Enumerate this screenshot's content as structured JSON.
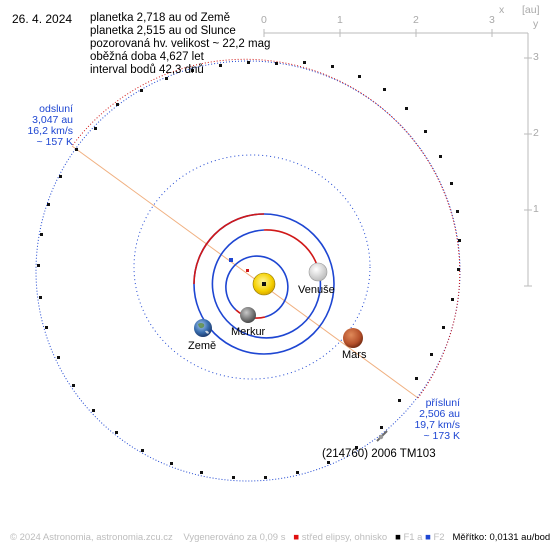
{
  "header": {
    "date": "26. 4. 2024",
    "info_lines": [
      "planetka 2,718 au od Země",
      "planetka 2,515 au od Slunce",
      "pozorovaná hv. velikost ~ 22,2 mag",
      "oběžná doba 4,627 let",
      "interval bodů 42,3 dnů"
    ]
  },
  "aphelion": [
    "odsluní",
    "3,047 au",
    "16,2 km/s",
    "~ 157 K"
  ],
  "perihelion": [
    "přísluní",
    "2,506 au",
    "19,7 km/s",
    "~ 173 K"
  ],
  "asteroid": {
    "name": "(214760) 2006 TM103"
  },
  "planets": {
    "venus": "Venuše",
    "mercury": "Merkur",
    "earth": "Země",
    "mars": "Mars"
  },
  "axes": {
    "top_ticks": [
      "0",
      "1",
      "2",
      "3"
    ],
    "right_ticks": [
      "3",
      "2",
      "1"
    ],
    "x_letter": "x",
    "unit": "[au]",
    "y_letter": "y"
  },
  "footer": {
    "copyright": "© 2024 Astronomia, astronomia.zcu.cz",
    "generated": "Vygenerováno za 0,09 s",
    "legend_center": "střed elipsy, ohnisko",
    "legend_f1": "F1 a",
    "legend_f2": "F2",
    "scale": "Měřítko: 0,0131 au/bod"
  },
  "colors": {
    "orbit_blue": "#1e46d2",
    "orbit_red": "#d01818",
    "apsis_line": "#f0b080",
    "axis_gray": "#bbbbbb",
    "sun": "#f5d000",
    "mars": "#b5502a",
    "earth": "#3a6fb0",
    "mercury": "#8a8a8a",
    "venus": "#e0e0e0"
  }
}
